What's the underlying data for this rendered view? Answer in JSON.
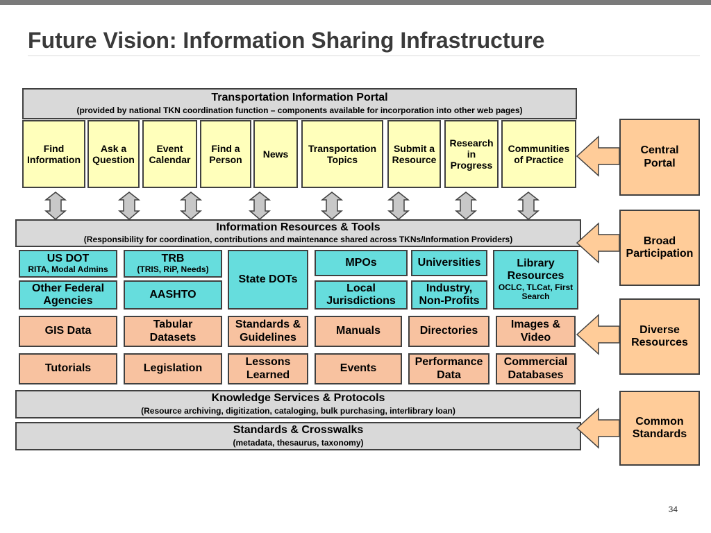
{
  "slide": {
    "title": "Future Vision: Information Sharing Infrastructure",
    "page_number": "34"
  },
  "portal": {
    "title": "Transportation Information Portal",
    "subtitle": "(provided by national TKN coordination function – components available for incorporation into other web pages)",
    "items": [
      {
        "l1": "Find",
        "l2": "Information",
        "l3": ""
      },
      {
        "l1": "Ask a",
        "l2": "Question",
        "l3": ""
      },
      {
        "l1": "Event",
        "l2": "Calendar",
        "l3": ""
      },
      {
        "l1": "Find a",
        "l2": "Person",
        "l3": ""
      },
      {
        "l1": "News",
        "l2": "",
        "l3": ""
      },
      {
        "l1": "Transportation",
        "l2": "Topics",
        "l3": ""
      },
      {
        "l1": "Submit a",
        "l2": "Resource",
        "l3": ""
      },
      {
        "l1": "Research",
        "l2": "in",
        "l3": "Progress"
      },
      {
        "l1": "Communities",
        "l2": "of Practice",
        "l3": ""
      }
    ]
  },
  "resources": {
    "title": "Information Resources & Tools",
    "subtitle": "(Responsibility for coordination, contributions and maintenance shared across TKNs/Information Providers)"
  },
  "providers": {
    "usdot": {
      "title": "US DOT",
      "sub": "RITA, Modal Admins"
    },
    "trb": {
      "title": "TRB",
      "sub": "(TRIS, RiP, Needs)"
    },
    "state_dots": "State DOTs",
    "mpos": "MPOs",
    "universities": "Universities",
    "library": {
      "l1": "Library",
      "l2": "Resources",
      "s1": "OCLC, TLCat, First",
      "s2": "Search"
    },
    "other_federal": {
      "l1": "Other Federal",
      "l2": "Agencies"
    },
    "aashto": "AASHTO",
    "local": {
      "l1": "Local",
      "l2": "Jurisdictions"
    },
    "industry": {
      "l1": "Industry,",
      "l2": "Non-Profits"
    }
  },
  "content_types": {
    "row1": [
      {
        "l1": "GIS Data",
        "l2": ""
      },
      {
        "l1": "Tabular",
        "l2": "Datasets"
      },
      {
        "l1": "Standards &",
        "l2": "Guidelines"
      },
      {
        "l1": "Manuals",
        "l2": ""
      },
      {
        "l1": "Directories",
        "l2": ""
      },
      {
        "l1": "Images &",
        "l2": "Video"
      }
    ],
    "row2": [
      {
        "l1": "Tutorials",
        "l2": ""
      },
      {
        "l1": "Legislation",
        "l2": ""
      },
      {
        "l1": "Lessons",
        "l2": "Learned"
      },
      {
        "l1": "Events",
        "l2": ""
      },
      {
        "l1": "Performance",
        "l2": "Data"
      },
      {
        "l1": "Commercial",
        "l2": "Databases"
      }
    ]
  },
  "knowledge": {
    "title": "Knowledge Services & Protocols",
    "subtitle": "(Resource archiving, digitization, cataloging, bulk purchasing, interlibrary loan)"
  },
  "standards": {
    "title": "Standards & Crosswalks",
    "subtitle": "(metadata, thesaurus, taxonomy)"
  },
  "side_labels": [
    {
      "l1": "Central",
      "l2": "Portal"
    },
    {
      "l1": "Broad",
      "l2": "Participation"
    },
    {
      "l1": "Diverse",
      "l2": "Resources"
    },
    {
      "l1": "Common",
      "l2": "Standards"
    }
  ],
  "colors": {
    "portal_items": "#ffffbb",
    "bars": "#d9d9d9",
    "providers": "#66dddd",
    "content_types": "#f8c2a0",
    "side_labels": "#ffcc99"
  }
}
